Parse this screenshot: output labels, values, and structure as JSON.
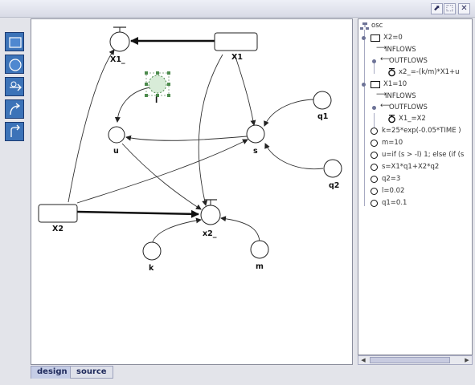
{
  "window": {
    "restore_icon": "restore-icon",
    "maximize_icon": "maximize-icon",
    "close_icon": "close-icon",
    "restore_glyph": "⬈",
    "maximize_glyph": "⬚",
    "close_glyph": "✕"
  },
  "palette": {
    "tools": [
      {
        "name": "stock-tool",
        "icon": "rectangle-icon"
      },
      {
        "name": "variable-tool",
        "icon": "circle-icon"
      },
      {
        "name": "flow-tool",
        "icon": "flow-icon"
      },
      {
        "name": "connector-tool",
        "icon": "arrow-curve-icon"
      },
      {
        "name": "link-tool",
        "icon": "arrow-link-icon"
      }
    ]
  },
  "diagram": {
    "labels": {
      "x1_flow": "X1_",
      "x1_stock": "X1",
      "l": "l",
      "q1": "q1",
      "u": "u",
      "s": "s",
      "q2": "q2",
      "x2_stock": "X2",
      "x2_flow": "x2_",
      "k": "k",
      "m": "m"
    }
  },
  "tabs": {
    "design": "design",
    "source": "source"
  },
  "tree": {
    "root": "osc",
    "items": [
      {
        "label": "X2=0",
        "icon": "stock-icon"
      },
      {
        "label": "INFLOWS",
        "icon": "arrow-right-icon"
      },
      {
        "label": "OUTFLOWS",
        "icon": "arrow-left-icon"
      },
      {
        "label": "x2_=-(k/m)*X1+u",
        "icon": "valve-icon"
      },
      {
        "label": "X1=10",
        "icon": "stock-icon"
      },
      {
        "label": "INFLOWS",
        "icon": "arrow-right-icon"
      },
      {
        "label": "OUTFLOWS",
        "icon": "arrow-left-icon"
      },
      {
        "label": "X1_=X2",
        "icon": "valve-icon"
      },
      {
        "label": "k=25*exp(-0.05*TIME )",
        "icon": "variable-icon"
      },
      {
        "label": "m=10",
        "icon": "variable-icon"
      },
      {
        "label": "u=if (s > -l) 1; else (if (s",
        "icon": "variable-icon"
      },
      {
        "label": "s=X1*q1+X2*q2",
        "icon": "variable-icon"
      },
      {
        "label": "q2=3",
        "icon": "variable-icon"
      },
      {
        "label": "l=0.02",
        "icon": "variable-icon"
      },
      {
        "label": "q1=0.1",
        "icon": "variable-icon"
      }
    ]
  },
  "scrollbar": {
    "left_glyph": "◀",
    "right_glyph": "▶"
  }
}
